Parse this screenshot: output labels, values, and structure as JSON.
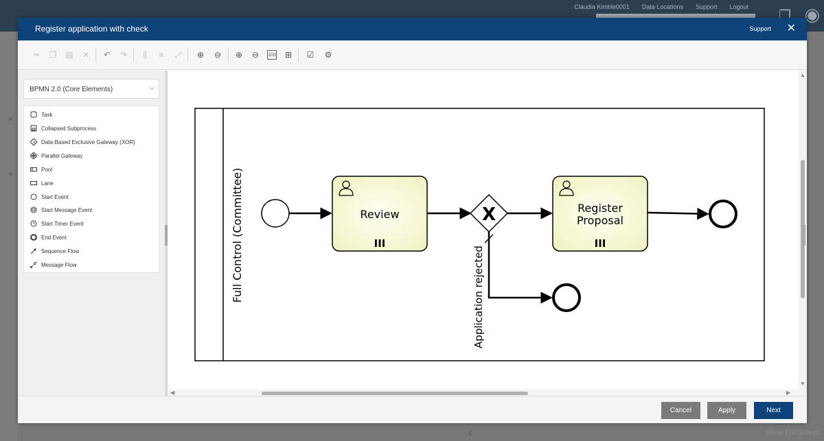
{
  "background": {
    "topbar_links": [
      "Claudia Kimble0001",
      "Data Locations",
      "Support",
      "Logout"
    ],
    "bottom_text": "Show Full Screen"
  },
  "modal": {
    "title": "Register application with check",
    "support_label": "Support",
    "close_icon": "close-icon"
  },
  "toolbar": {
    "icons": [
      "cut-icon",
      "copy-icon",
      "paste-icon",
      "delete-icon",
      "undo-icon",
      "redo-icon",
      "align-vertical-icon",
      "align-horizontal-icon",
      "resize-icon",
      "add-lane-icon",
      "remove-lane-icon",
      "zoom-in-icon",
      "zoom-out-icon",
      "zoom-100-icon",
      "fit-to-screen-icon",
      "validate-icon",
      "simulate-icon"
    ],
    "zoom100_label": "100"
  },
  "palette": {
    "selected": "BPMN 2.0 (Core Elements)",
    "items": [
      {
        "label": "Task",
        "icon": "task-icon"
      },
      {
        "label": "Collapsed Subprocess",
        "icon": "subprocess-icon"
      },
      {
        "label": "Data-Based Exclusive Gateway (XOR)",
        "icon": "xor-gateway-icon"
      },
      {
        "label": "Parallel Gateway",
        "icon": "parallel-gateway-icon"
      },
      {
        "label": "Pool",
        "icon": "pool-icon"
      },
      {
        "label": "Lane",
        "icon": "lane-icon"
      },
      {
        "label": "Start Event",
        "icon": "start-event-icon"
      },
      {
        "label": "Start Message Event",
        "icon": "message-event-icon"
      },
      {
        "label": "Start Timer Event",
        "icon": "timer-event-icon"
      },
      {
        "label": "End Event",
        "icon": "end-event-icon"
      },
      {
        "label": "Sequence Flow",
        "icon": "sequence-flow-icon"
      },
      {
        "label": "Message Flow",
        "icon": "message-flow-icon"
      }
    ]
  },
  "diagram": {
    "lane_label": "Full Control (Committee)",
    "task_review": "Review",
    "task_register_line1": "Register",
    "task_register_line2": "Proposal",
    "gateway_symbol": "X",
    "flow_label": "Application rejected",
    "multi_instance_marker": "III"
  },
  "footer": {
    "cancel": "Cancel",
    "apply": "Apply",
    "next": "Next"
  }
}
